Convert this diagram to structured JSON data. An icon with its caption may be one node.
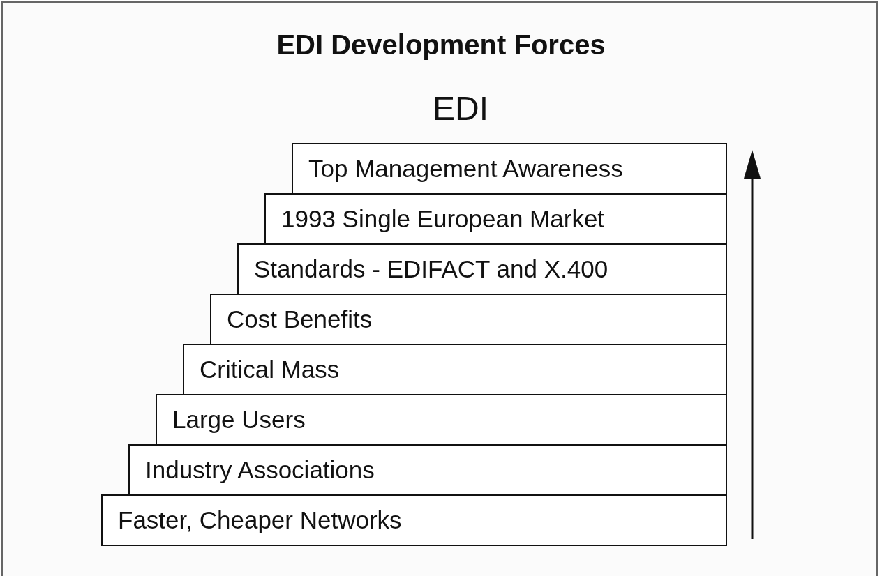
{
  "diagram": {
    "title": "EDI Development Forces",
    "nodes": [
      {
        "text": [
          "Top Management Awareness"
        ]
      },
      {
        "text": [
          "1993 Single European Market"
        ]
      },
      {
        "text": [
          "Standards - EDIFACT and X.400"
        ]
      },
      {
        "text": [
          "Cost Benefits"
        ]
      },
      {
        "text": [
          "Critical Mass"
        ]
      },
      {
        "text": [
          "Large Users"
        ]
      },
      {
        "text": [
          "Industry Associations"
        ]
      },
      {
        "text": [
          "Faster, Cheaper Networks"
        ]
      }
    ],
    "edges": [],
    "labels": [
      "EDI"
    ]
  }
}
